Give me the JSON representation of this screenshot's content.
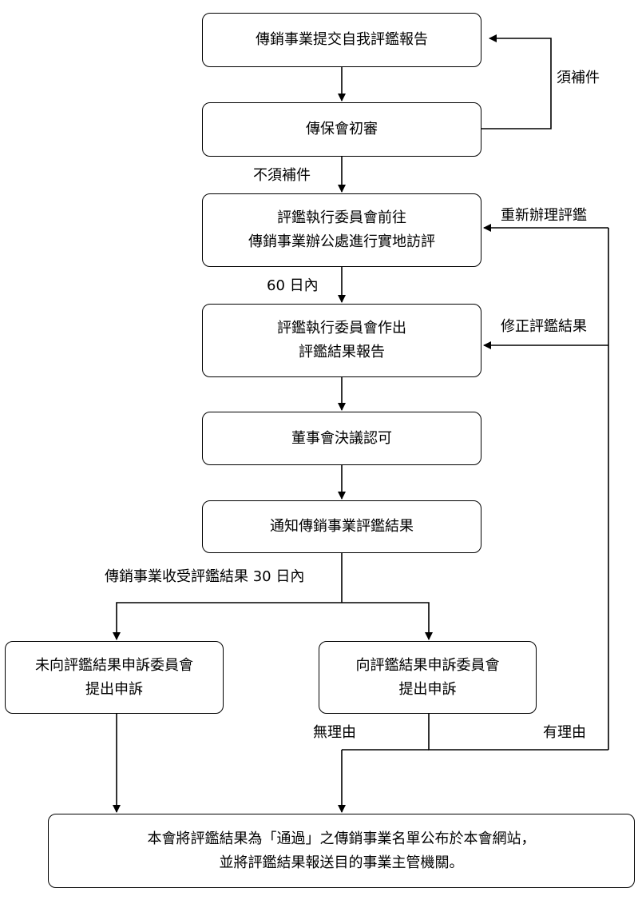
{
  "nodes": {
    "submit": "傳銷事業提交自我評鑑報告",
    "initial_review": "傳保會初審",
    "site_visit": [
      "評鑑執行委員會前往",
      "傳銷事業辦公處進行實地訪評"
    ],
    "report": [
      "評鑑執行委員會作出",
      "評鑑結果報告"
    ],
    "board": "董事會決議認可",
    "notify": "通知傳銷事業評鑑結果",
    "no_appeal": [
      "未向評鑑結果申訴委員會",
      "提出申訴"
    ],
    "appeal": [
      "向評鑑結果申訴委員會",
      "提出申訴"
    ],
    "publish": [
      "本會將評鑑結果為「通過」之傳銷事業名單公布於本會網站，",
      "並將評鑑結果報送目的事業主管機關。"
    ]
  },
  "edge_labels": {
    "needs_supplement": "須補件",
    "no_supplement": "不須補件",
    "within_60_days": "60 日內",
    "re_evaluate": "重新辦理評鑑",
    "revise_result": "修正評鑑結果",
    "within_30_days": "傳銷事業收受評鑑結果 30 日內",
    "no_reason": "無理由",
    "has_reason": "有理由"
  }
}
